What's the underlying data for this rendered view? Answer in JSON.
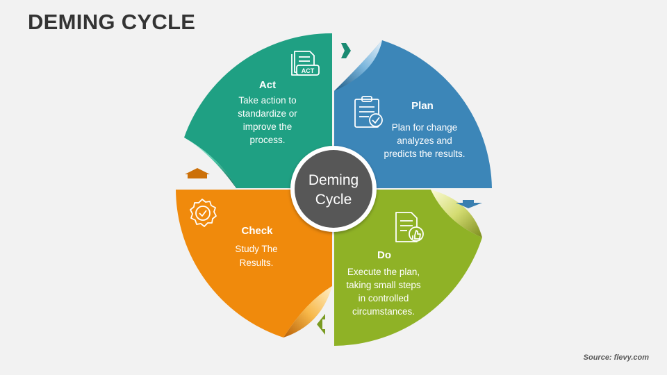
{
  "title": "DEMING CYCLE",
  "center": {
    "line1": "Deming",
    "line2": "Cycle"
  },
  "segments": {
    "act": {
      "title": "Act",
      "lines": [
        "Take action to",
        "standardize or",
        "improve the",
        "process."
      ],
      "color": "#1fa083"
    },
    "plan": {
      "title": "Plan",
      "lines": [
        "Plan for change",
        "analyzes and",
        "predicts the results."
      ],
      "color": "#3c86b8"
    },
    "do": {
      "title": "Do",
      "lines": [
        "Execute the plan,",
        "taking small steps",
        "in controlled",
        "circumstances."
      ],
      "color": "#8fb226"
    },
    "check": {
      "title": "Check",
      "lines": [
        "Study The",
        "Results."
      ],
      "color": "#f08a0c"
    }
  },
  "icons": {
    "act": "act-document-icon",
    "plan": "clipboard-check-icon",
    "do": "document-thumbs-up-icon",
    "check": "badge-check-icon"
  },
  "icon_labels": {
    "act": "ACT"
  },
  "source": "Source: flevy.com"
}
